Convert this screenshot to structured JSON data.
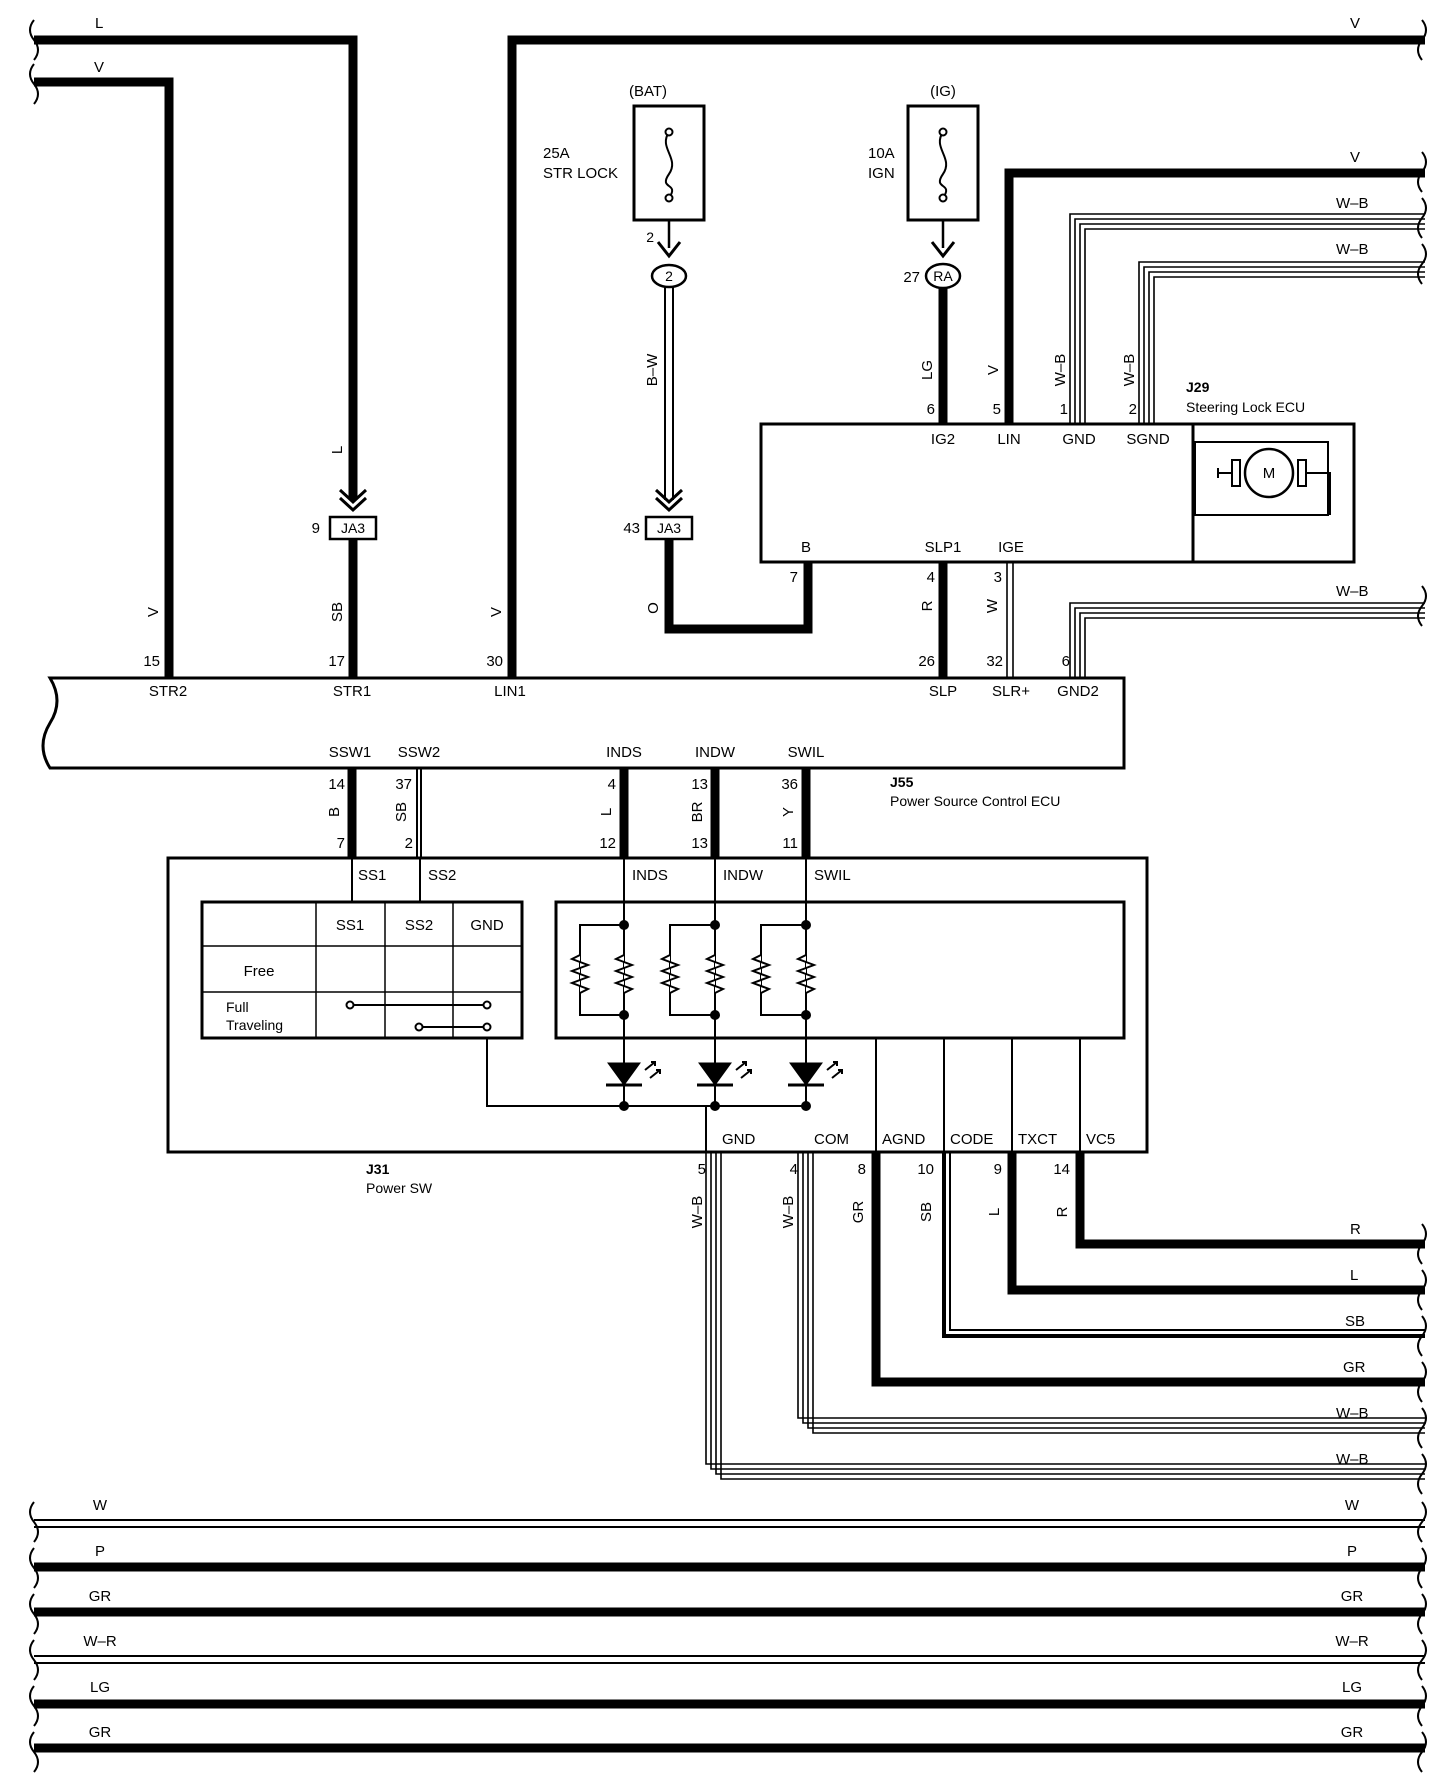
{
  "wires": {
    "top_L": "L",
    "top_V_left": "V",
    "top_V_right": "V",
    "r_V": "V",
    "r_WB1": "W–B",
    "r_WB2": "W–B",
    "r_WB3": "W–B",
    "lv_STR2": "V",
    "lv_STR1": "SB",
    "lv_L": "L",
    "lv_LIN1": "V",
    "lv_BW": "B–W",
    "lv_O": "O",
    "lv_LG": "LG",
    "lv_V": "V",
    "lv_WB_gnd": "W–B",
    "lv_WB_sgnd": "W–B",
    "lv_R": "R",
    "lv_W": "W",
    "lv_SSW1": "B",
    "lv_SSW2": "SB",
    "lv_INDS": "L",
    "lv_INDW": "BR",
    "lv_SWIL": "Y",
    "lv_GND": "W–B",
    "lv_COM": "W–B",
    "lv_AGND": "GR",
    "lv_CODE": "SB",
    "lv_TXCT": "L",
    "lv_VC5": "R",
    "out_R": "R",
    "out_L": "L",
    "out_SB": "SB",
    "out_GR": "GR",
    "out_WB1": "W–B",
    "out_WB2": "W–B",
    "bottom": [
      "W",
      "P",
      "GR",
      "W–R",
      "LG",
      "GR"
    ]
  },
  "fuses": {
    "bat_source": "(BAT)",
    "bat_amp": "25A",
    "bat_name": "STR LOCK",
    "ig_source": "(IG)",
    "ig_amp": "10A",
    "ig_name": "IGN"
  },
  "connectors": {
    "c2_label": "2",
    "c2_pin": "2",
    "ra_label": "RA",
    "ra_pin": "27",
    "ja3_left_label": "JA3",
    "ja3_left_pin": "9",
    "ja3_mid_label": "JA3",
    "ja3_mid_pin": "43"
  },
  "j29": {
    "code": "J29",
    "name": "Steering Lock ECU",
    "motor": "M",
    "pins": [
      {
        "num": "6",
        "name": "IG2"
      },
      {
        "num": "5",
        "name": "LIN"
      },
      {
        "num": "1",
        "name": "GND"
      },
      {
        "num": "2",
        "name": "SGND"
      },
      {
        "num": "7",
        "name": "B"
      },
      {
        "num": "4",
        "name": "SLP1"
      },
      {
        "num": "3",
        "name": "IGE"
      }
    ]
  },
  "j55": {
    "code": "J55",
    "name": "Power Source Control ECU",
    "top_pins": [
      {
        "num": "15",
        "name": "STR2"
      },
      {
        "num": "17",
        "name": "STR1"
      },
      {
        "num": "30",
        "name": "LIN1"
      },
      {
        "num": "26",
        "name": "SLP"
      },
      {
        "num": "32",
        "name": "SLR+"
      },
      {
        "num": "6",
        "name": "GND2"
      }
    ],
    "bottom_pins": [
      {
        "num": "14",
        "name": "SSW1"
      },
      {
        "num": "37",
        "name": "SSW2"
      },
      {
        "num": "4",
        "name": "INDS"
      },
      {
        "num": "13",
        "name": "INDW"
      },
      {
        "num": "36",
        "name": "SWIL"
      }
    ]
  },
  "j31": {
    "code": "J31",
    "name": "Power SW",
    "top_pins": [
      {
        "num": "7",
        "name": "SS1"
      },
      {
        "num": "2",
        "name": "SS2"
      },
      {
        "num": "12",
        "name": "INDS"
      },
      {
        "num": "13",
        "name": "INDW"
      },
      {
        "num": "11",
        "name": "SWIL"
      }
    ],
    "bottom_pins": [
      {
        "num": "5",
        "name": "GND"
      },
      {
        "num": "4",
        "name": "COM"
      },
      {
        "num": "8",
        "name": "AGND"
      },
      {
        "num": "10",
        "name": "CODE"
      },
      {
        "num": "9",
        "name": "TXCT"
      },
      {
        "num": "14",
        "name": "VC5"
      }
    ],
    "table": {
      "headers": [
        "SS1",
        "SS2",
        "GND"
      ],
      "rows": [
        "Free",
        "Full",
        "Traveling"
      ]
    }
  }
}
